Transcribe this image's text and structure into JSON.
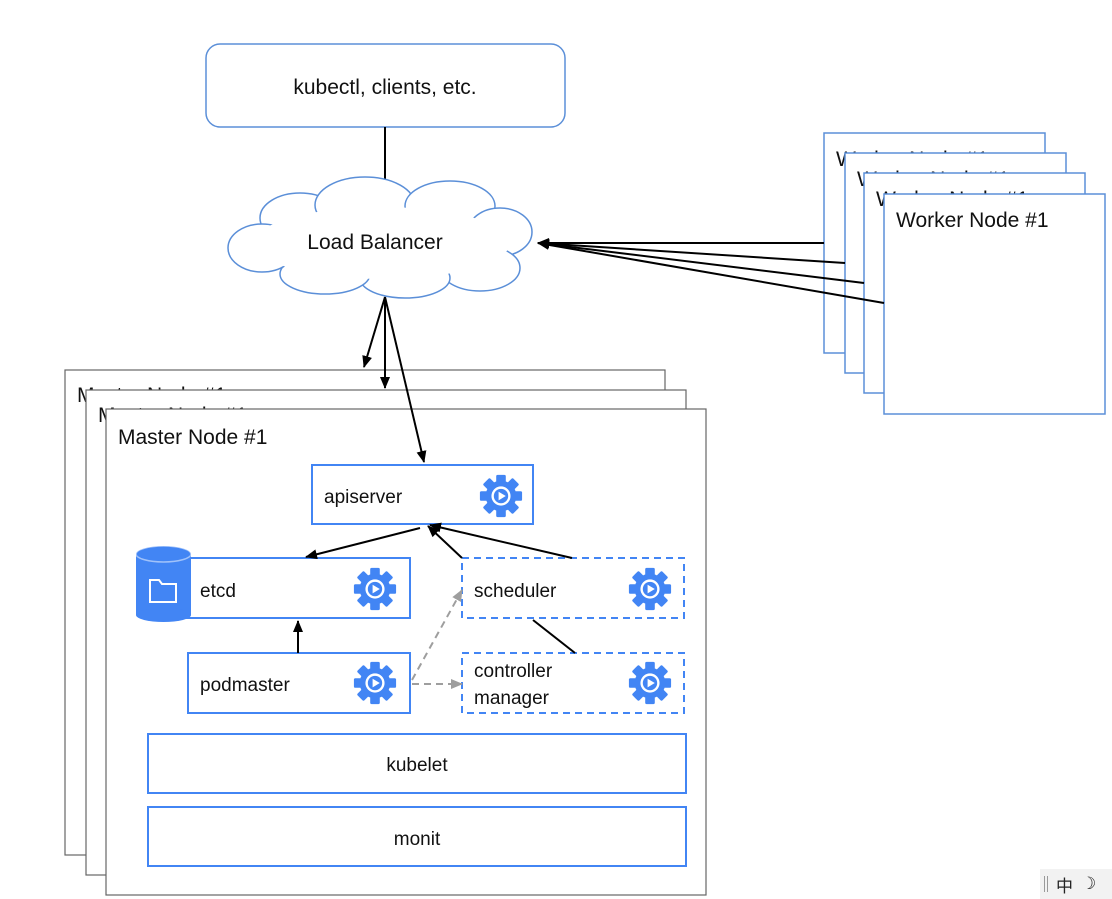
{
  "diagram": {
    "clients_label": "kubectl, clients, etc.",
    "load_balancer_label": "Load Balancer",
    "worker_node_label": "Worker Node #1",
    "master_node_label": "Master Node #1",
    "components": {
      "apiserver": "apiserver",
      "etcd": "etcd",
      "scheduler": "scheduler",
      "controller_manager_line1": "controller",
      "controller_manager_line2": "manager",
      "podmaster": "podmaster",
      "kubelet": "kubelet",
      "monit": "monit"
    }
  },
  "taskbar": {
    "ime_label": "中",
    "moon_glyph": "☽"
  },
  "colors": {
    "accent_blue": "#4285f4",
    "box_border": "#5b8fd8",
    "dashed_arrow": "#9e9e9e",
    "text": "#111111"
  }
}
